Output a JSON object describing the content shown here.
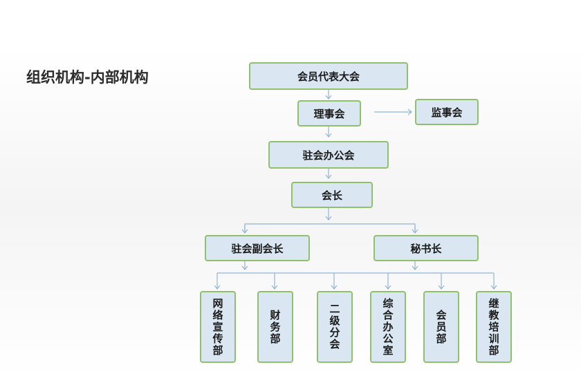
{
  "title": "组织机构-内部机构",
  "nodes": {
    "congress": "会员代表大会",
    "council": "理事会",
    "supervisors": "监事会",
    "office": "驻会办公会",
    "president": "会长",
    "vice_president": "驻会副会长",
    "secretary_general": "秘书长",
    "dept_network": "网络宣传部",
    "dept_finance": "财务部",
    "dept_branch": "二级分会",
    "dept_general": "综合办公室",
    "dept_member": "会员部",
    "dept_training": "继教培训部"
  },
  "colors": {
    "box_fill": "#dae6f2",
    "box_border": "#8fc06a",
    "connector": "#8fb4d6"
  }
}
